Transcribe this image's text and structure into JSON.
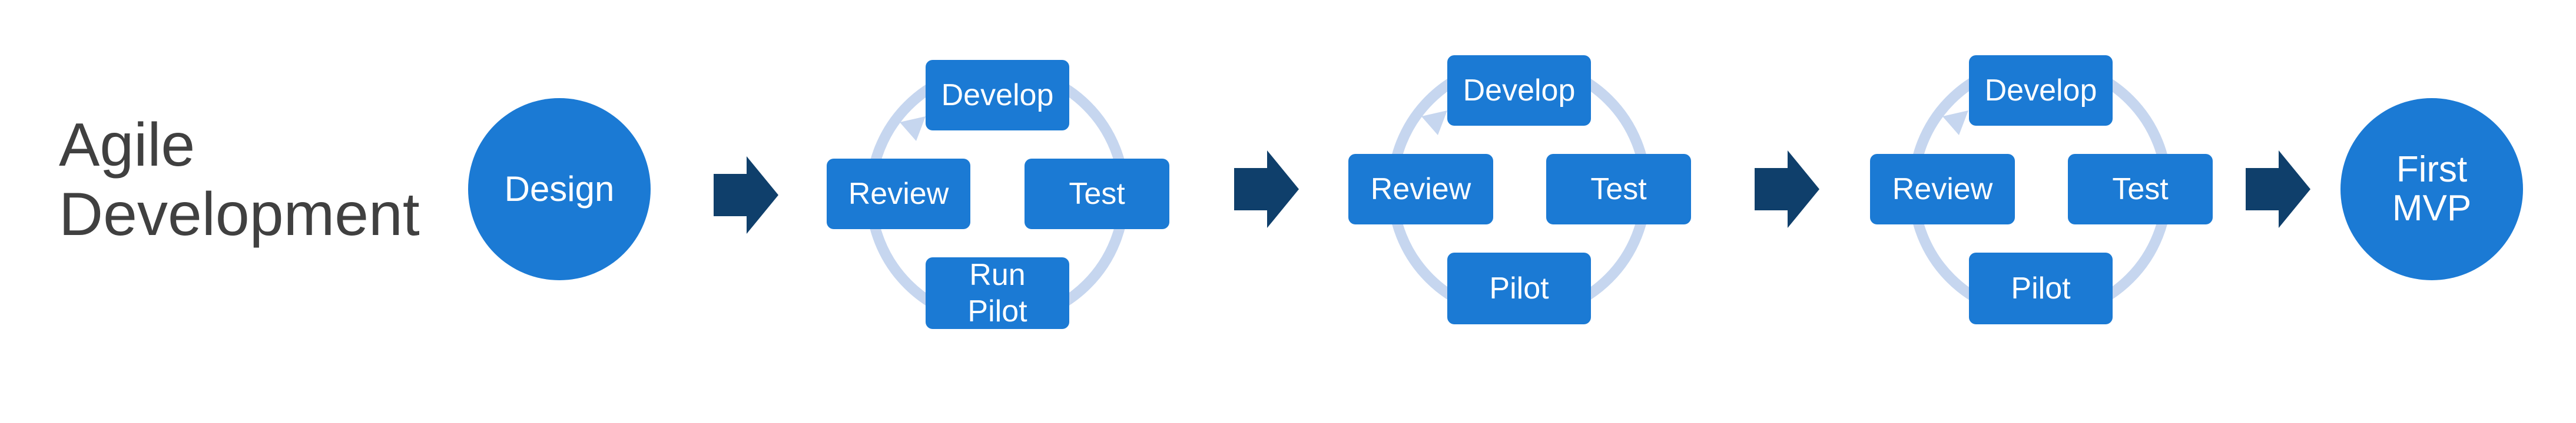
{
  "title": {
    "line1": "Agile",
    "line2": "Development"
  },
  "start": {
    "label": "Design"
  },
  "cycles": [
    {
      "top": "Develop",
      "left": "Review",
      "right": "Test",
      "bottom": "Run\nPilot"
    },
    {
      "top": "Develop",
      "left": "Review",
      "right": "Test",
      "bottom": "Pilot"
    },
    {
      "top": "Develop",
      "left": "Review",
      "right": "Test",
      "bottom": "Pilot"
    }
  ],
  "end": {
    "label": "First\nMVP"
  },
  "colors": {
    "node_fill": "#1b7ad4",
    "arrow_fill": "#0f3f6b",
    "cycle_ring": "#c6d6ef",
    "title_text": "#404040",
    "label_text": "#ffffff"
  },
  "icons": [
    "right-block-arrow-icon"
  ]
}
